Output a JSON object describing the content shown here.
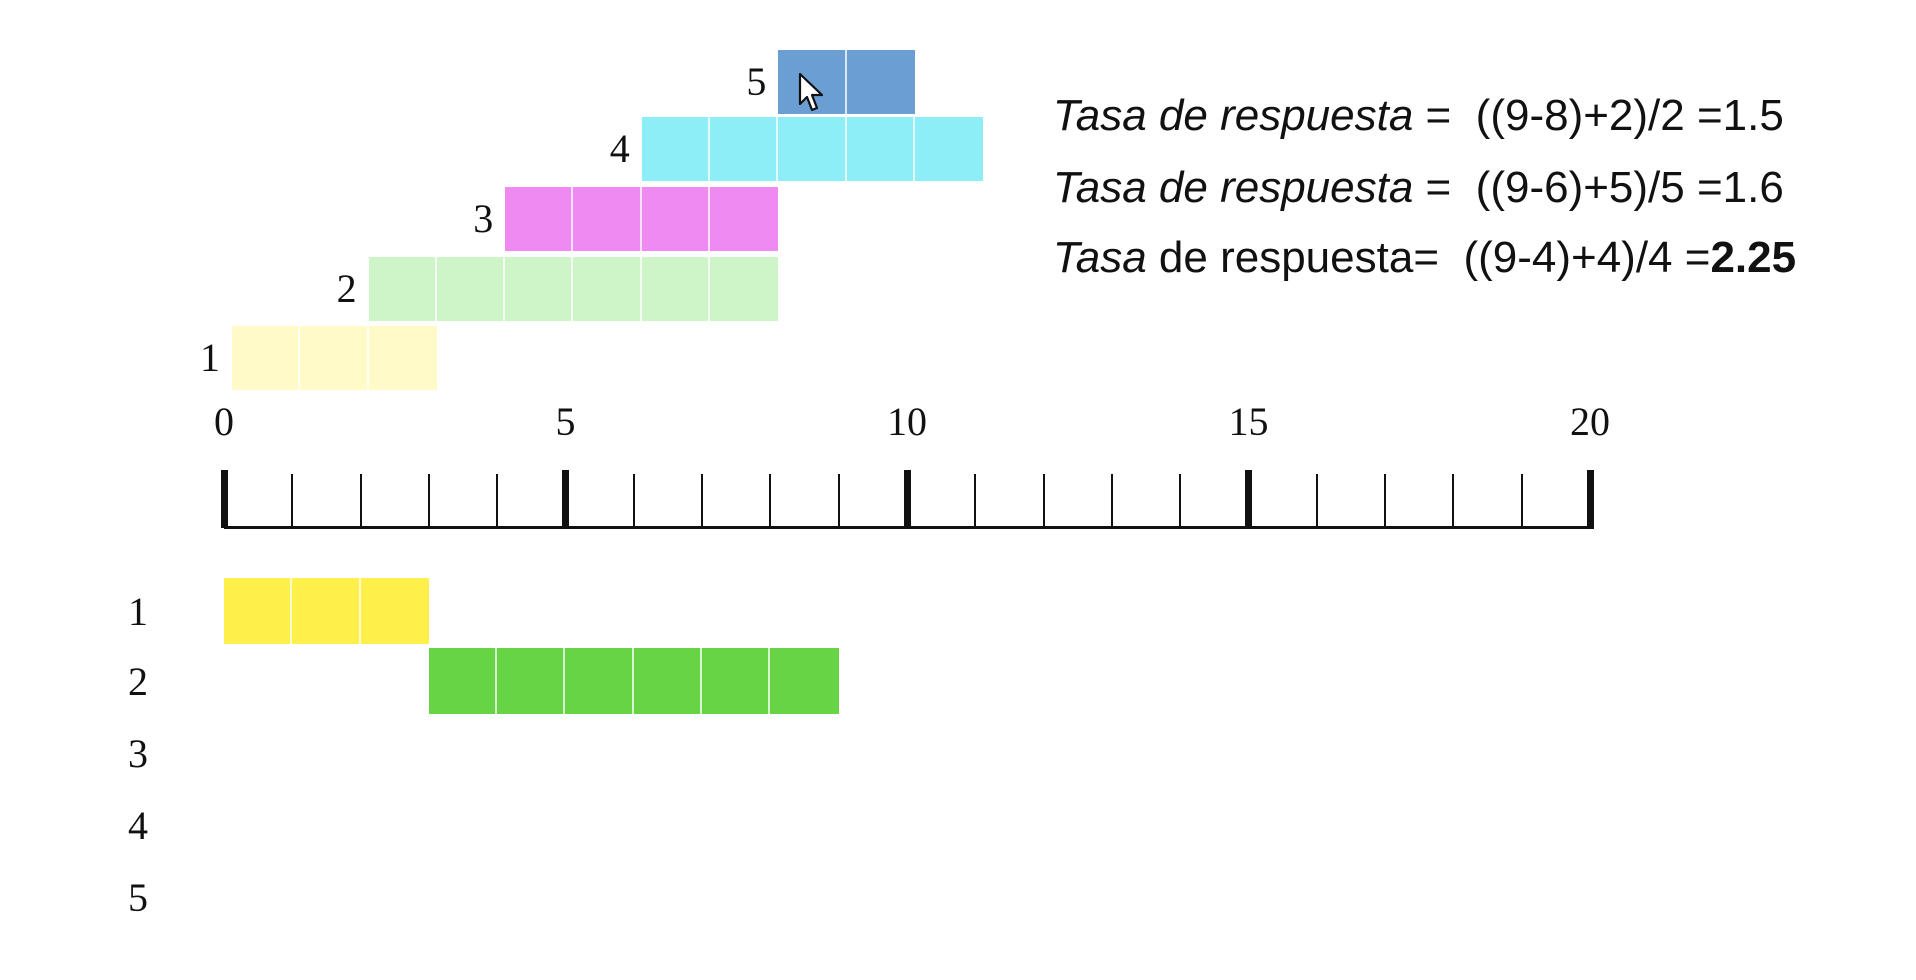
{
  "header_partial": "",
  "timeline": {
    "ticks_major": [
      "0",
      "5",
      "10",
      "15",
      "20"
    ],
    "min": 0,
    "max": 20
  },
  "arrivals": [
    {
      "id": "1",
      "start": 0,
      "length": 3,
      "color": "#FFFAC8"
    },
    {
      "id": "2",
      "start": 2,
      "length": 6,
      "color": "#CDF5C8"
    },
    {
      "id": "3",
      "start": 4,
      "length": 4,
      "color": "#EE8AF2"
    },
    {
      "id": "4",
      "start": 6,
      "length": 5,
      "color": "#8DEEF7"
    },
    {
      "id": "5",
      "start": 8,
      "length": 2,
      "color": "#6B9FD4"
    }
  ],
  "schedule": [
    {
      "id": "1",
      "start": 0,
      "length": 3,
      "color": "#FFEF4A"
    },
    {
      "id": "2",
      "start": 3,
      "length": 6,
      "color": "#66D444"
    },
    {
      "id": "3",
      "start": null,
      "length": 0,
      "color": ""
    },
    {
      "id": "4",
      "start": null,
      "length": 0,
      "color": ""
    },
    {
      "id": "5",
      "start": null,
      "length": 0,
      "color": ""
    }
  ],
  "rates": [
    {
      "italic": "Tasa de respuesta",
      "plain": "",
      "rest": " =  ((9-8)+2)/2 =1.5",
      "bold": ""
    },
    {
      "italic": "Tasa de respuesta",
      "plain": "",
      "rest": " =  ((9-6)+5)/5 =1.6",
      "bold": ""
    },
    {
      "italic": "Tasa",
      "plain": " de respuesta",
      "rest": "=  ((9-4)+4)/4 =",
      "bold": "2.25"
    }
  ],
  "icons": {
    "cursor": "mouse-pointer-icon"
  }
}
